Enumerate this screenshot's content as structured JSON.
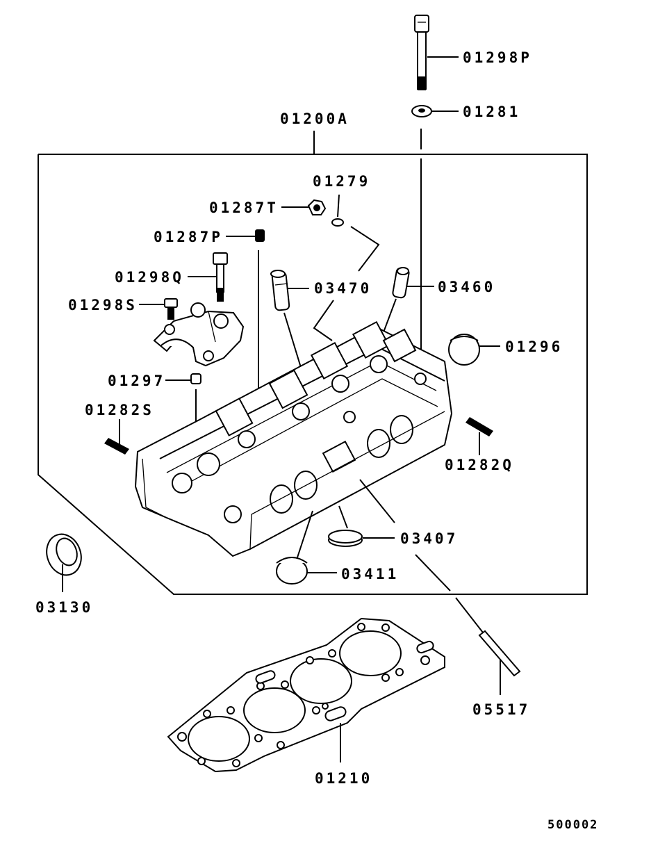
{
  "diagram": {
    "labels": {
      "p01298P": "01298P",
      "p01281": "01281",
      "p01200A": "01200A",
      "p01279": "01279",
      "p01287T": "01287T",
      "p01287P": "01287P",
      "p01298Q": "01298Q",
      "p03470": "03470",
      "p03460": "03460",
      "p01298S": "01298S",
      "p01296": "01296",
      "p01297": "01297",
      "p01282S": "01282S",
      "p01282Q": "01282Q",
      "p03407": "03407",
      "p03411": "03411",
      "p03130": "03130",
      "p05517": "05517",
      "p01210": "01210"
    },
    "reference_code": "500002"
  }
}
